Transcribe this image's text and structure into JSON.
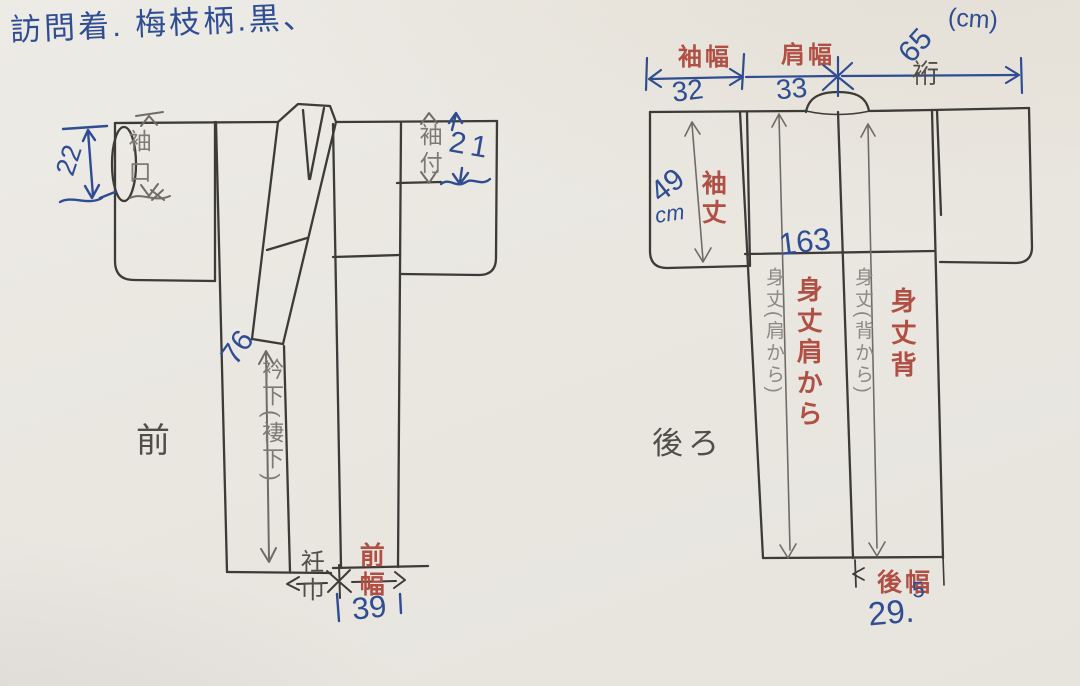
{
  "title": "訪問着. 梅枝柄.黒、",
  "unit_note": "(cm)",
  "colors": {
    "paper": "#eae7e1",
    "ink": "#3d3b38",
    "blue_ink": "#2f4d92",
    "red_ink": "#b04f44",
    "pencil": "#7d7a75"
  },
  "front": {
    "view_label": "前",
    "sleeve_opening_label": "袖口",
    "sleeve_opening_value": "22",
    "sleeve_attach_label": "袖付",
    "sleeve_attach_value": "21",
    "collar_below_label": "衿下(褄下)",
    "collar_below_value": "76",
    "okumi_width_label": "衽巾",
    "front_width_label": "前幅",
    "front_width_value": "39"
  },
  "back": {
    "view_label": "後ろ",
    "sleeve_width_label": "袖幅",
    "sleeve_width_value": "32",
    "shoulder_width_label": "肩幅",
    "shoulder_width_value": "33",
    "yuki_label": "裄",
    "yuki_value": "65",
    "sleeve_depth_label": "袖丈",
    "sleeve_depth_value": "49",
    "sleeve_depth_unit": "cm",
    "body_length_value": "163",
    "body_length_shoulder_pencil": "身丈(肩から)",
    "body_length_shoulder_red": "身丈肩から",
    "body_length_back_pencil": "身丈(背から)",
    "body_length_back_red": "身丈背",
    "back_width_label": "後幅",
    "back_width_value": "29.",
    "back_width_sup": "5"
  }
}
